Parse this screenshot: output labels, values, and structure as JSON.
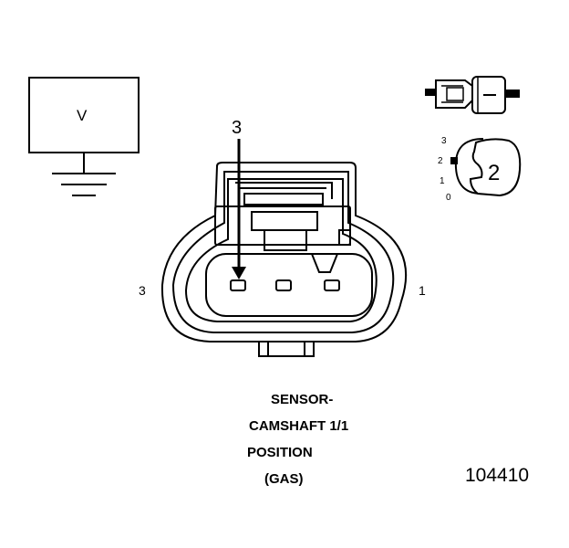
{
  "voltmeter": {
    "label": "V"
  },
  "connector": {
    "pin_callout": "3",
    "side_left": "3",
    "side_right": "1"
  },
  "key": {
    "scale": [
      "3",
      "2",
      "1",
      "0"
    ],
    "number": "2"
  },
  "caption": {
    "line1": "SENSOR-",
    "line2": "CAMSHAFT 1/1",
    "line3": "POSITION",
    "line4": "(GAS)"
  },
  "figure_id": "104410"
}
